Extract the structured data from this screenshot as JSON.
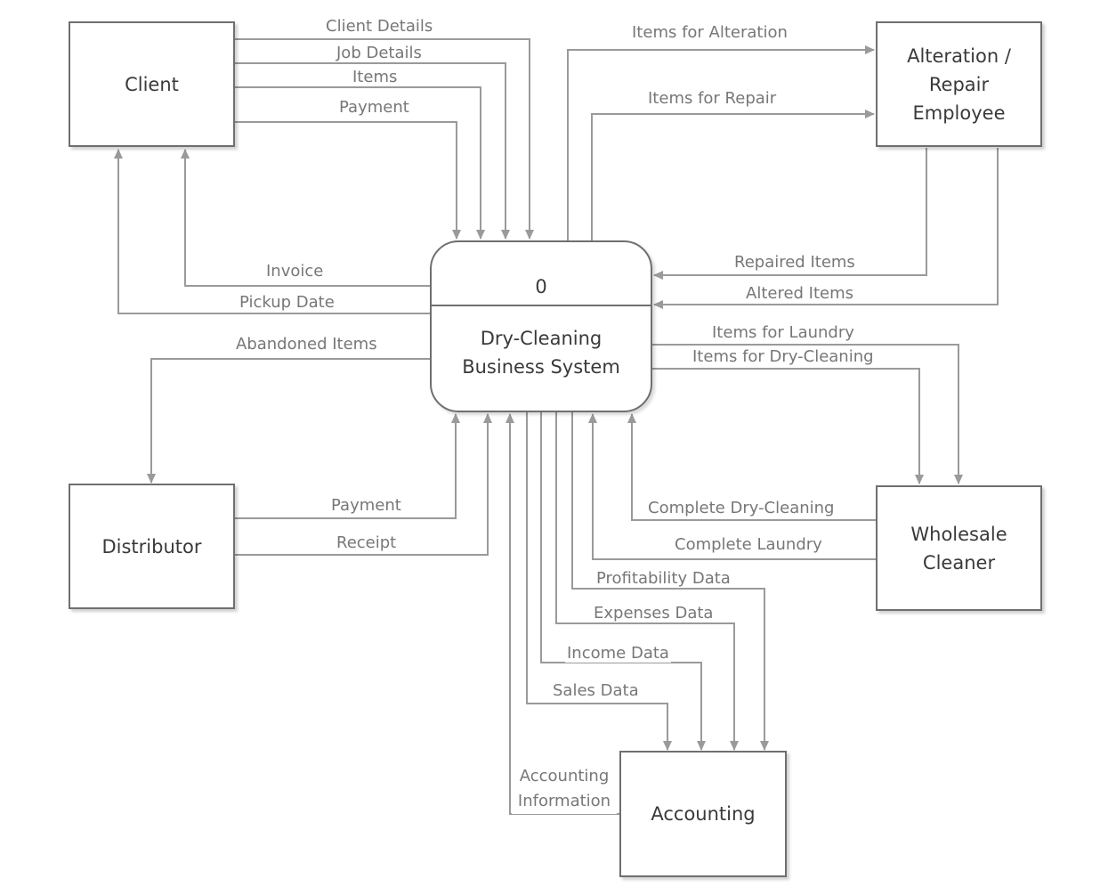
{
  "entities": {
    "client": "Client",
    "alteration": "Alteration / Repair Employee",
    "distributor": "Distributor",
    "wholesale": "Wholesale Cleaner",
    "accounting": "Accounting"
  },
  "process": {
    "id": "0",
    "name": "Dry-Cleaning Business System"
  },
  "flows": {
    "client_details": "Client Details",
    "job_details": "Job Details",
    "items": "Items",
    "payment_client": "Payment",
    "invoice": "Invoice",
    "pickup_date": "Pickup Date",
    "items_for_alteration": "Items for Alteration",
    "items_for_repair": "Items for Repair",
    "repaired_items": "Repaired Items",
    "altered_items": "Altered Items",
    "abandoned_items": "Abandoned Items",
    "payment_distributor": "Payment",
    "receipt": "Receipt",
    "items_for_laundry": "Items for Laundry",
    "items_for_dry_cleaning": "Items for Dry-Cleaning",
    "complete_dry_cleaning": "Complete Dry-Cleaning",
    "complete_laundry": "Complete Laundry",
    "profitability_data": "Profitability Data",
    "expenses_data": "Expenses Data",
    "income_data": "Income Data",
    "sales_data": "Sales Data",
    "accounting_information": "Accounting Information"
  },
  "colors": {
    "line": "#9a9a9a",
    "border": "#6f6f6f",
    "text": "#3a3a3a",
    "label": "#777777"
  }
}
